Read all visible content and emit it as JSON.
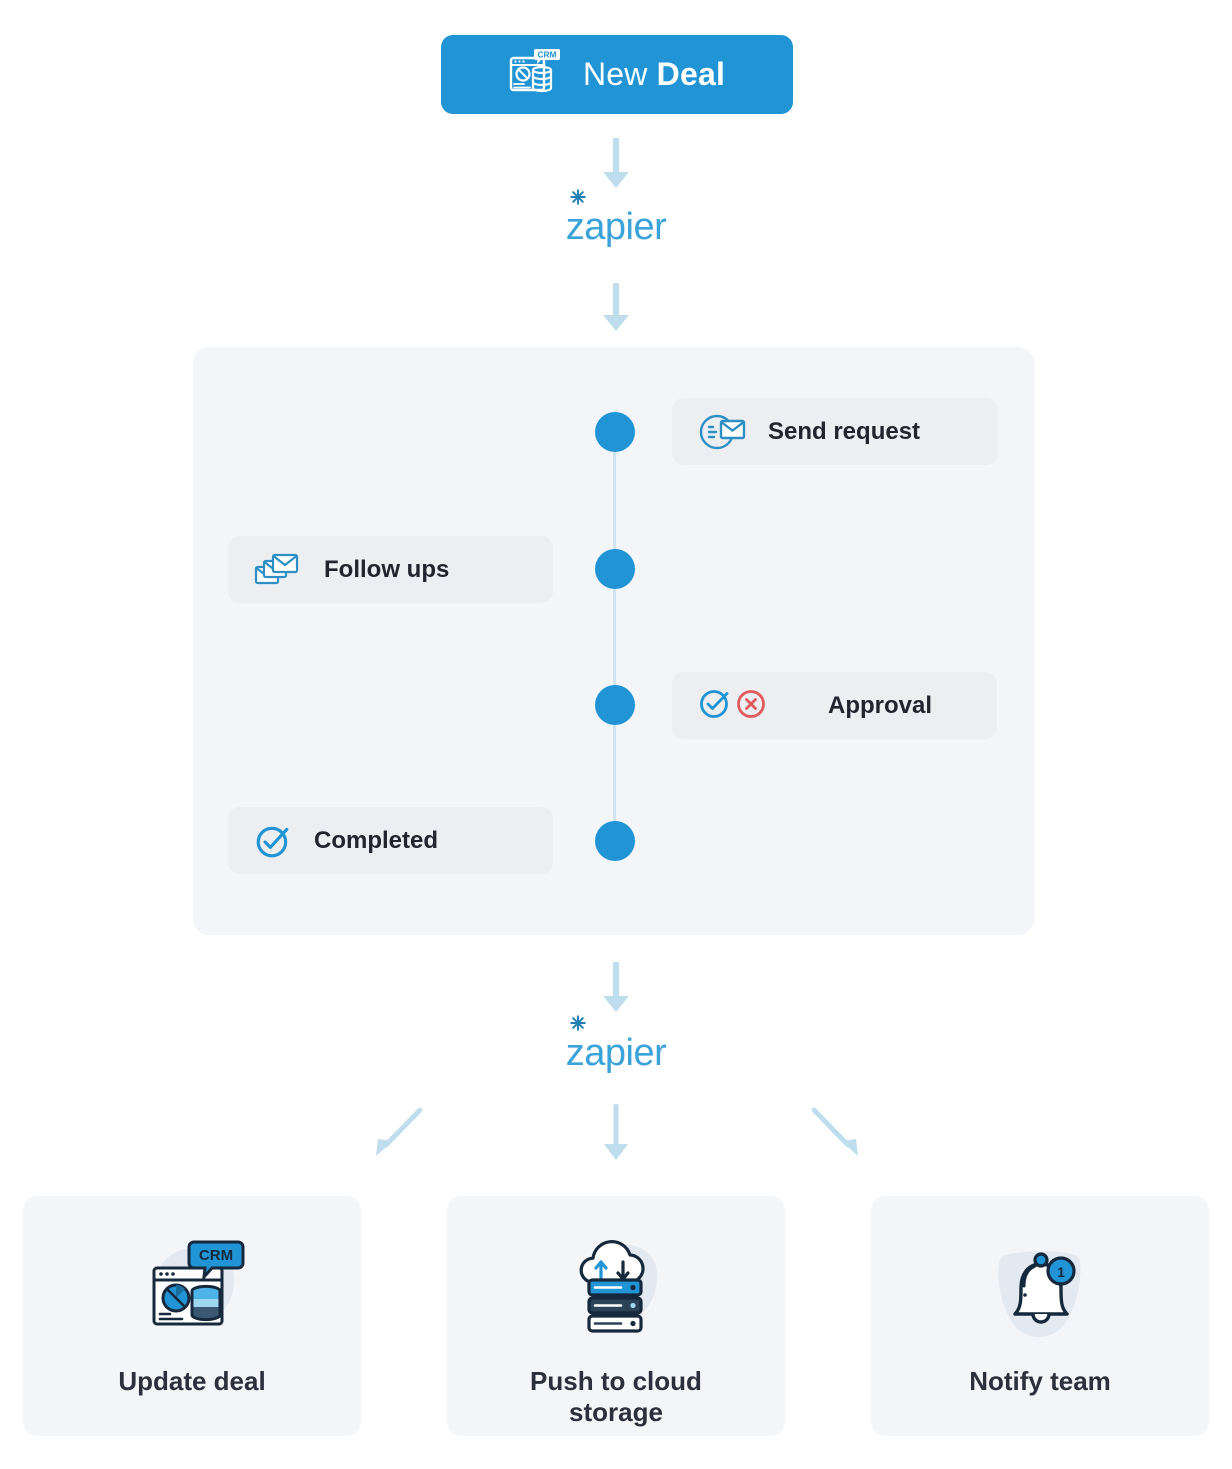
{
  "trigger": {
    "label_light": "New",
    "label_bold": "Deal",
    "icon": "crm-dashboard-icon",
    "bg_color": "#2094d4",
    "text_color": "#ffffff"
  },
  "connectors": {
    "top_arrow": "arrow-down-icon",
    "mid_arrow": "arrow-down-icon",
    "bottom_arrow": "arrow-down-icon",
    "branch_left_arrow": "arrow-down-left-icon",
    "branch_center_arrow": "arrow-down-icon",
    "branch_right_arrow": "arrow-down-right-icon",
    "arrow_color": "#bfdded"
  },
  "integration": {
    "name": "zapier",
    "spark_icon": "asterisk-spark-icon",
    "color": "#3aa3d9",
    "top_instance": "zapier",
    "bottom_instance": "zapier"
  },
  "workflow_panel": {
    "bg_color": "#f4f5f8",
    "timeline_color": "#cfe4ef",
    "dot_color": "#2094d4",
    "steps": [
      {
        "label": "Send request",
        "side": "right",
        "icon": "envelope-request-icon",
        "icon_color": "#2e8fc4"
      },
      {
        "label": "Follow ups",
        "side": "left",
        "icon": "stacked-envelopes-icon",
        "icon_color": "#2e8fc4"
      },
      {
        "label": "Approval",
        "side": "right",
        "icon": "check-circle-icon",
        "icon_secondary": "x-circle-icon",
        "icon_color": "#2094d4",
        "icon_secondary_color": "#e05b5b"
      },
      {
        "label": "Completed",
        "side": "left",
        "icon": "check-circle-icon",
        "icon_color": "#2094d4"
      }
    ]
  },
  "outputs": [
    {
      "label": "Update deal",
      "icon": "crm-dashboard-illustration",
      "badge_text": "CRM"
    },
    {
      "label": "Push to cloud storage",
      "icon": "cloud-server-sync-illustration"
    },
    {
      "label": "Notify team",
      "icon": "bell-notification-illustration",
      "badge_text": "1"
    }
  ]
}
